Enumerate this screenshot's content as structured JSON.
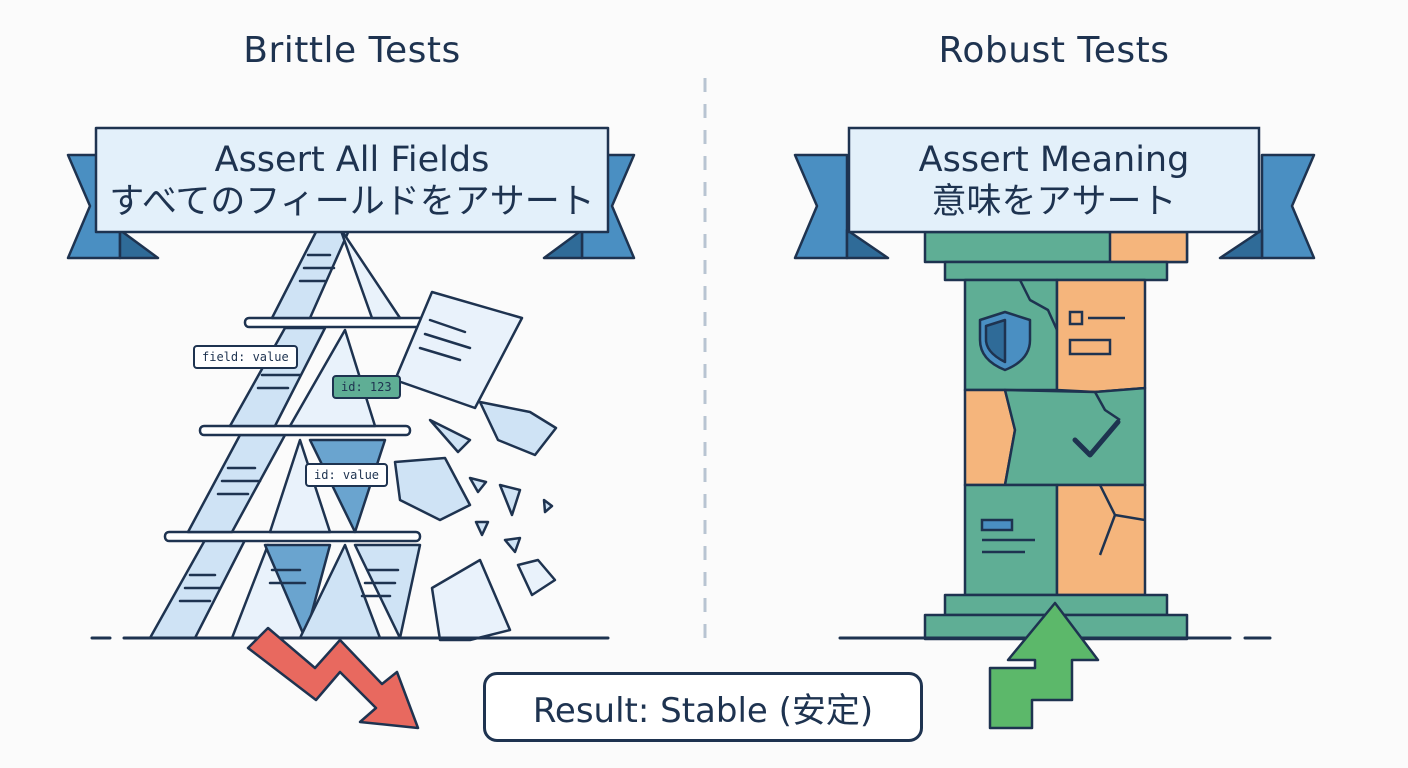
{
  "left": {
    "heading": "Brittle Tests",
    "banner_en": "Assert All Fields",
    "banner_ja": "すべてのフィールドをアサート",
    "tags": [
      "field: value",
      "id: 123",
      "id: value"
    ]
  },
  "right": {
    "heading": "Robust Tests",
    "banner_en": "Assert Meaning",
    "banner_ja": "意味をアサート"
  },
  "result": "Result: Stable (安定)",
  "colors": {
    "ink": "#1e3350",
    "card_blue": "#cfe3f5",
    "card_dark": "#6aa4cf",
    "ribbon": "#4a8fc2",
    "banner": "#e3f0fa",
    "teal": "#5fae95",
    "orange": "#f5b57c",
    "down_arrow": "#e8695f",
    "up_arrow": "#5cb86a"
  },
  "icons": [
    "shield-icon",
    "checkmark-icon",
    "document-icon",
    "down-arrow-icon",
    "up-arrow-icon"
  ]
}
